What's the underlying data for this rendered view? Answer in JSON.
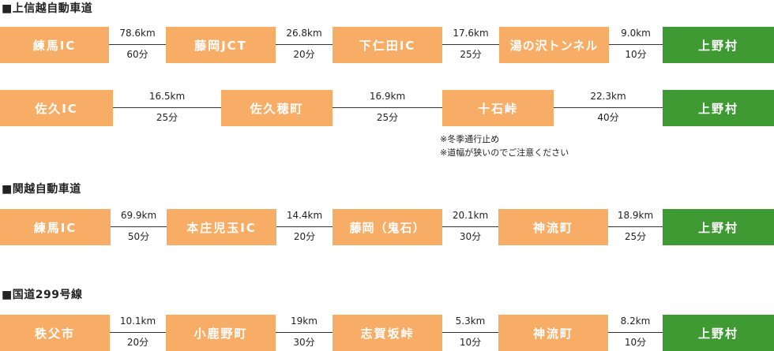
{
  "sections": [
    {
      "title": "■上信越自動車道",
      "routes": [
        {
          "nodes": [
            {
              "label": "練馬IC",
              "color": "orange"
            },
            {
              "label": "藤岡JCT",
              "color": "orange"
            },
            {
              "label": "下仁田IC",
              "color": "orange"
            },
            {
              "label": "湯の沢トンネル",
              "color": "orange"
            },
            {
              "label": "上野村",
              "color": "green"
            }
          ],
          "segments": [
            {
              "distance": "78.6km",
              "time": "60分"
            },
            {
              "distance": "26.8km",
              "time": "20分"
            },
            {
              "distance": "17.6km",
              "time": "25分"
            },
            {
              "distance": "9.0km",
              "time": "10分"
            }
          ]
        },
        {
          "nodes": [
            {
              "label": "佐久IC",
              "color": "orange"
            },
            {
              "label": "佐久穂町",
              "color": "orange"
            },
            {
              "label": "十石峠",
              "color": "orange"
            },
            {
              "label": "上野村",
              "color": "green"
            }
          ],
          "segments": [
            {
              "distance": "16.5km",
              "time": "25分"
            },
            {
              "distance": "16.9km",
              "time": "25分"
            },
            {
              "distance": "22.3km",
              "time": "40分"
            }
          ],
          "notes": [
            "※冬季通行止め",
            "※道幅が狭いのでご注意ください"
          ]
        }
      ]
    },
    {
      "title": "■関越自動車道",
      "routes": [
        {
          "nodes": [
            {
              "label": "練馬IC",
              "color": "orange"
            },
            {
              "label": "本庄児玉IC",
              "color": "orange"
            },
            {
              "label": "藤岡（鬼石）",
              "color": "orange"
            },
            {
              "label": "神流町",
              "color": "orange"
            },
            {
              "label": "上野村",
              "color": "green"
            }
          ],
          "segments": [
            {
              "distance": "69.9km",
              "time": "50分"
            },
            {
              "distance": "14.4km",
              "time": "20分"
            },
            {
              "distance": "20.1km",
              "time": "30分"
            },
            {
              "distance": "18.9km",
              "time": "25分"
            }
          ]
        }
      ]
    },
    {
      "title": "■国道299号線",
      "routes": [
        {
          "nodes": [
            {
              "label": "秩父市",
              "color": "orange"
            },
            {
              "label": "小鹿野町",
              "color": "orange"
            },
            {
              "label": "志賀坂峠",
              "color": "orange"
            },
            {
              "label": "神流町",
              "color": "orange"
            },
            {
              "label": "上野村",
              "color": "green"
            }
          ],
          "segments": [
            {
              "distance": "10.1km",
              "time": "20分"
            },
            {
              "distance": "19km",
              "time": "30分"
            },
            {
              "distance": "5.3km",
              "time": "10分"
            },
            {
              "distance": "8.2km",
              "time": "10分"
            }
          ]
        }
      ]
    }
  ]
}
